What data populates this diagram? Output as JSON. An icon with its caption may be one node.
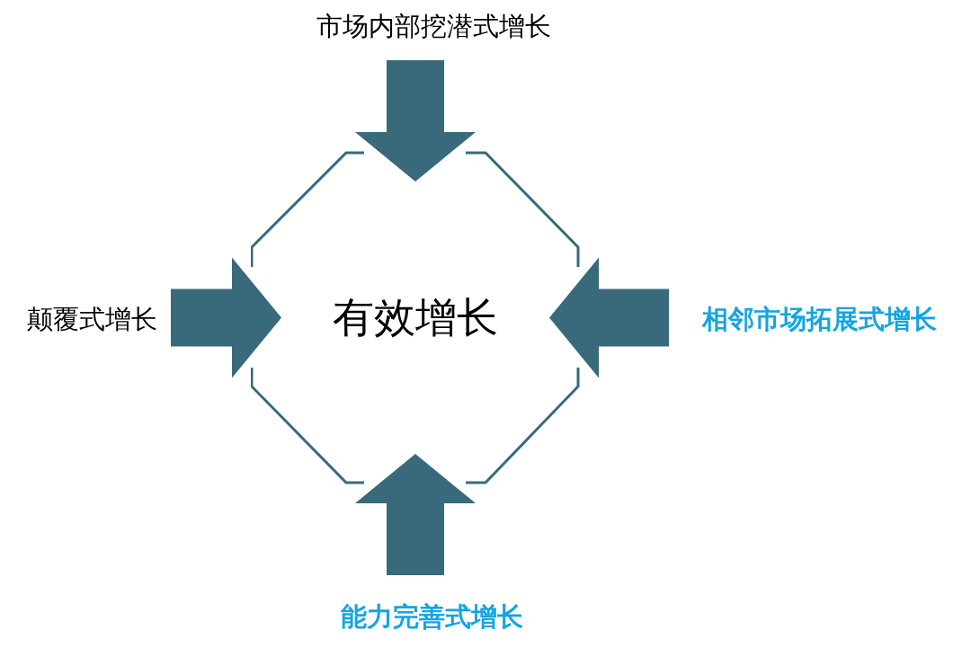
{
  "diagram": {
    "nodes": [
      {
        "text": [
          "有效增长"
        ]
      },
      {
        "text": [
          "市场内部挖潜式增长"
        ]
      },
      {
        "text": [
          "颠覆式增长"
        ]
      },
      {
        "text": [
          "相邻市场拓展式增长"
        ]
      },
      {
        "text": [
          "能力完善式增长"
        ]
      }
    ],
    "edges": [
      {
        "from": 1,
        "to": 0,
        "arrow": "to",
        "style": "thick"
      },
      {
        "from": 2,
        "to": 0,
        "arrow": "to",
        "style": "thick"
      },
      {
        "from": 3,
        "to": 0,
        "arrow": "to",
        "style": "thick"
      },
      {
        "from": 4,
        "to": 0,
        "arrow": "to",
        "style": "thick"
      }
    ]
  }
}
